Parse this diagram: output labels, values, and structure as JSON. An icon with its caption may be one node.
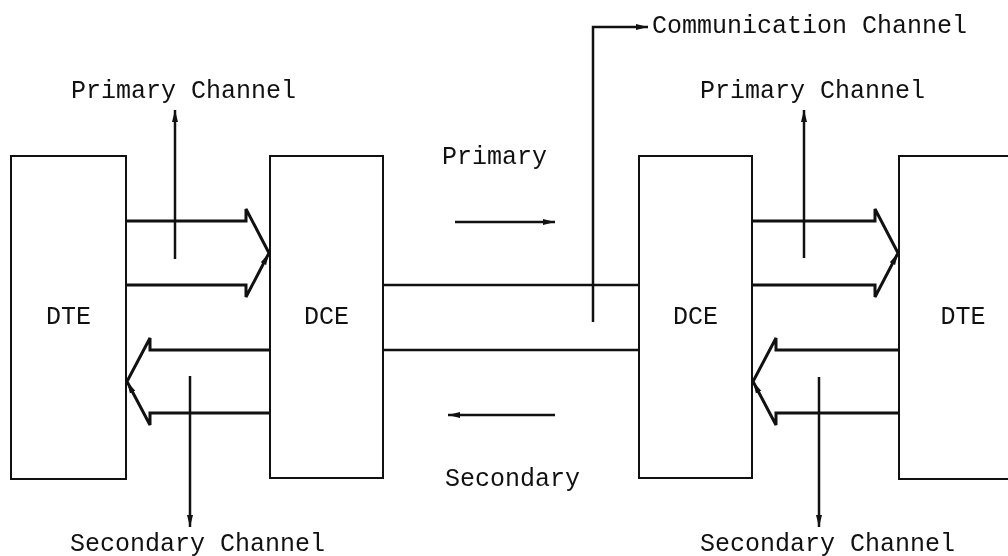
{
  "diagram": {
    "nodes": [
      {
        "text": [
          "Communication Channel"
        ]
      },
      {
        "text": [
          "Primary Channel"
        ]
      },
      {
        "text": [
          "Primary Channel"
        ]
      },
      {
        "text": [
          "DTE"
        ]
      },
      {
        "text": [
          "DCE"
        ]
      },
      {
        "text": [
          "DCE"
        ]
      },
      {
        "text": [
          "DTE"
        ]
      },
      {
        "text": [
          "Secondary Channel"
        ]
      },
      {
        "text": [
          "Secondary Channel"
        ]
      }
    ],
    "edges": [
      {
        "from": 3,
        "to": 4,
        "arrow": "to"
      },
      {
        "from": 4,
        "to": 3,
        "arrow": "to"
      },
      {
        "from": 4,
        "to": 5,
        "arrow": "none"
      },
      {
        "from": 4,
        "to": 5,
        "arrow": "none"
      },
      {
        "from": 5,
        "to": 6,
        "arrow": "to"
      },
      {
        "from": 6,
        "to": 5,
        "arrow": "to"
      },
      {
        "from": null,
        "to": 1,
        "arrow": "to"
      },
      {
        "from": null,
        "to": 7,
        "arrow": "to"
      },
      {
        "from": null,
        "to": 0,
        "arrow": "to"
      },
      {
        "from": null,
        "to": 2,
        "arrow": "to"
      },
      {
        "from": null,
        "to": 8,
        "arrow": "to"
      }
    ],
    "labels": [
      "Primary",
      "Secondary"
    ]
  }
}
